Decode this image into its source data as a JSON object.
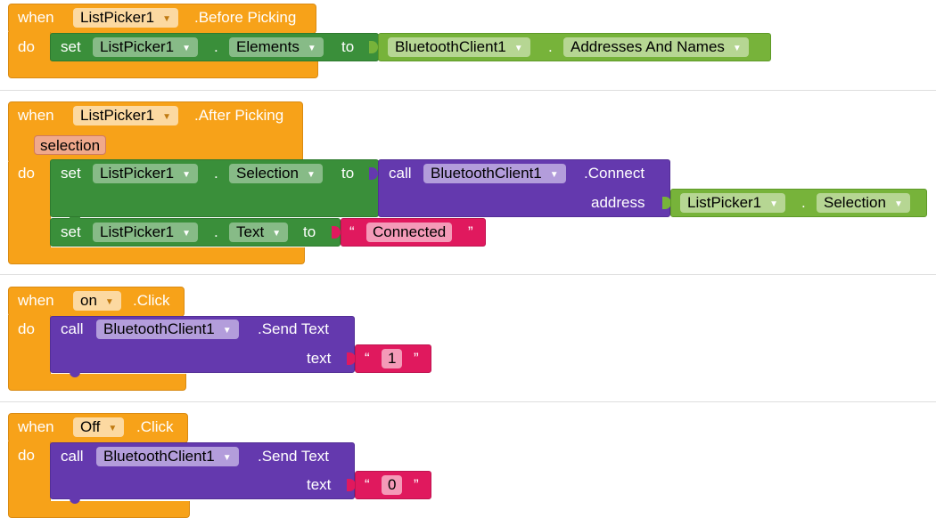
{
  "kw": {
    "when": "when",
    "do": "do",
    "set": "set",
    "to": "to",
    "call": "call",
    "dot": ".",
    "address": "address",
    "text": "text",
    "quote_open": "“",
    "quote_close": "”"
  },
  "event1": {
    "component": "ListPicker1",
    "event": ".Before Picking",
    "set_component": "ListPicker1",
    "set_property": "Elements",
    "get_component": "BluetoothClient1",
    "get_property": "Addresses And Names"
  },
  "event2": {
    "component": "ListPicker1",
    "event": ".After Picking",
    "param": "selection",
    "set1_component": "ListPicker1",
    "set1_property": "Selection",
    "call_component": "BluetoothClient1",
    "call_method": ".Connect",
    "arg_get_component": "ListPicker1",
    "arg_get_property": "Selection",
    "set2_component": "ListPicker1",
    "set2_property": "Text",
    "string_value": "Connected"
  },
  "event3": {
    "component": "on",
    "event": ".Click",
    "call_component": "BluetoothClient1",
    "call_method": ".Send Text",
    "string_value": "1"
  },
  "event4": {
    "component": "Off",
    "event": ".Click",
    "call_component": "BluetoothClient1",
    "call_method": ".Send Text",
    "string_value": "0"
  },
  "colors": {
    "event": "#f7a219",
    "setter": "#3a8f3a",
    "getter": "#77b33a",
    "method": "#6439ae",
    "string": "#e0195e",
    "divider": "#dedede"
  },
  "icons": {
    "dropdown": "dropdown-triangle-icon"
  }
}
